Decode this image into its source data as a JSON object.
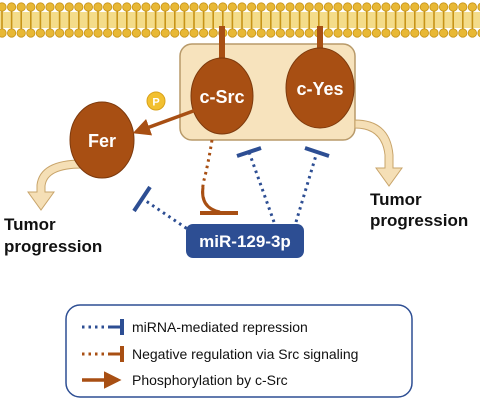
{
  "diagram": {
    "nodes": {
      "c_src": "c-Src",
      "c_yes": "c-Yes",
      "fer": "Fer",
      "mirna": "miR-129-3p",
      "phospho_badge": "P"
    },
    "outcomes": {
      "right_line1": "Tumor",
      "right_line2": "progression",
      "left_line1": "Tumor",
      "left_line2": "progression"
    },
    "legend": {
      "items": [
        {
          "label": "miRNA-mediated repression",
          "style": "dotted-inhibition"
        },
        {
          "label": "Negative regulation via Src signaling",
          "style": "dotted-curved-inhibition"
        },
        {
          "label": "Phosphorylation by c-Src",
          "style": "arrow"
        }
      ]
    }
  },
  "colors": {
    "membrane": "#e8b835",
    "membrane_tail": "#c79418",
    "kinase": "#a84f13",
    "kinase_edge": "#7d3a0d",
    "complex_box": "#f7e3bd",
    "complex_edge": "#b89a6a",
    "mirna_box": "#2d4e93",
    "mirna_line": "#2d4e93",
    "src_line": "#a84f13",
    "outcome_arrow": "#f5dfb6",
    "outcome_arrow_edge": "#c8a46a",
    "phospho_badge": "#f2c030"
  }
}
